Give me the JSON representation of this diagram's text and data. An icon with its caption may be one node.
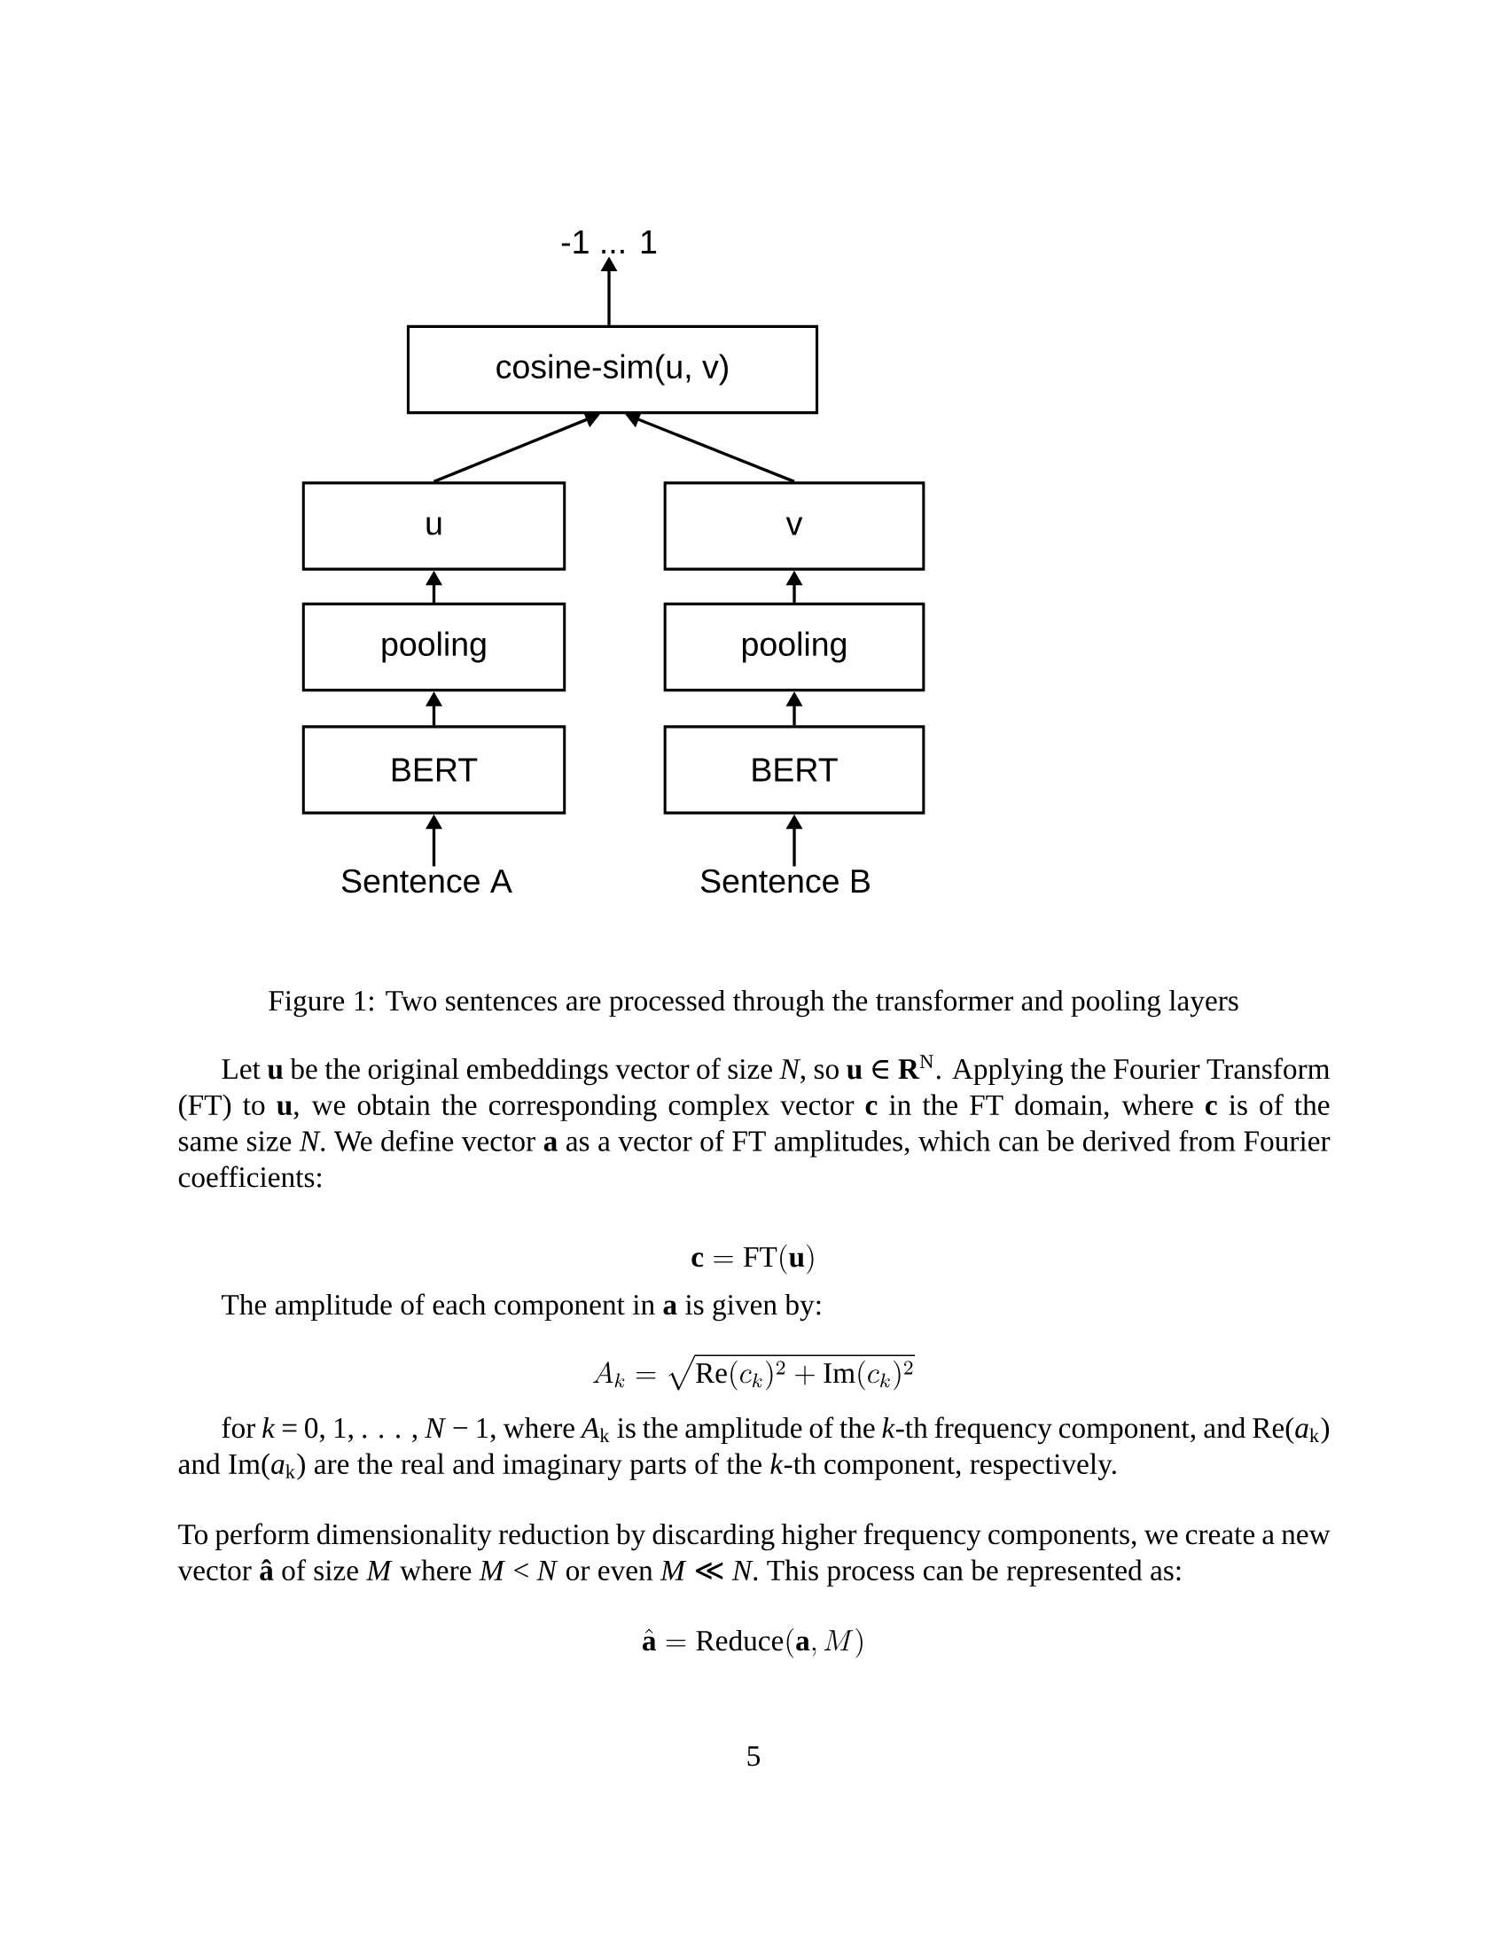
{
  "diagram": {
    "caption": "Figure 1: Two sentences are processed through the transformer and pooling layers",
    "nodes": [
      {
        "text": [
          "-1 ... 1"
        ]
      },
      {
        "text": [
          "cosine-sim(u, v)"
        ]
      },
      {
        "text": [
          "u"
        ]
      },
      {
        "text": [
          "v"
        ]
      },
      {
        "text": [
          "pooling"
        ]
      },
      {
        "text": [
          "pooling"
        ]
      },
      {
        "text": [
          "BERT"
        ]
      },
      {
        "text": [
          "BERT"
        ]
      },
      {
        "text": [
          "Sentence A"
        ]
      },
      {
        "text": [
          "Sentence B"
        ]
      }
    ],
    "edges": [
      {
        "from": 1,
        "to": 0,
        "arrow": "to"
      },
      {
        "from": 2,
        "to": 1,
        "arrow": "to"
      },
      {
        "from": 3,
        "to": 1,
        "arrow": "to"
      },
      {
        "from": 4,
        "to": 2,
        "arrow": "to"
      },
      {
        "from": 5,
        "to": 3,
        "arrow": "to"
      },
      {
        "from": 6,
        "to": 4,
        "arrow": "to"
      },
      {
        "from": 7,
        "to": 5,
        "arrow": "to"
      },
      {
        "from": 8,
        "to": 6,
        "arrow": "to"
      },
      {
        "from": 9,
        "to": 7,
        "arrow": "to"
      }
    ],
    "labels": [
      "Let **u** be the original embeddings vector of size *N*, so **u** ∈ **R**$^{N}$. Applying the Fourier Transform (FT) to **u**, we obtain the corresponding complex vector **c** in the FT domain, where **c** is of the same size *N*. We define vector **a** as a vector of FT amplitudes, which can be derived from Fourier coefficients:",
      "\\mathbf{c} = \\mathrm{FT}(\\mathbf{u})",
      "The amplitude of each component in **a** is given by:",
      "A_k = \\sqrt{\\mathrm{Re}(c_k)^2 + \\mathrm{Im}(c_k)^2}",
      "for *k* = 0, 1, . . . , *N* − 1, where *A*$_{k}$ is the amplitude of the *k*-th frequency component, and Re(*a*$_{k}$) and Im(*a*$_{k}$) are the real and imaginary parts of the *k*-th component, respectively.",
      "To perform dimensionality reduction by discarding higher frequency components, we create a new vector **â** of size *M* where *M* < *N* or even *M* ≪ *N*. This process can be represented as:",
      "\\hat{\\mathbf{a}} = \\mathrm{Reduce}(\\mathbf{a}, M)",
      "5"
    ]
  }
}
